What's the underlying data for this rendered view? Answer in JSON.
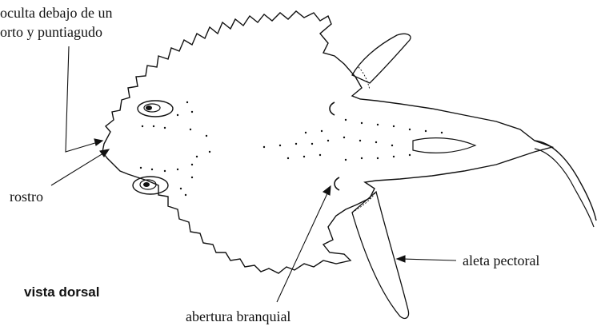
{
  "labels": {
    "top_note_line1": "oculta debajo de un",
    "top_note_line2": "orto y puntiagudo",
    "rostro": "rostro",
    "aleta_pectoral": "aleta pectoral",
    "abertura_branquial": "abertura branquial",
    "vista_dorsal": "vista dorsal"
  },
  "colors": {
    "ink": "#111111",
    "background": "#ffffff"
  }
}
